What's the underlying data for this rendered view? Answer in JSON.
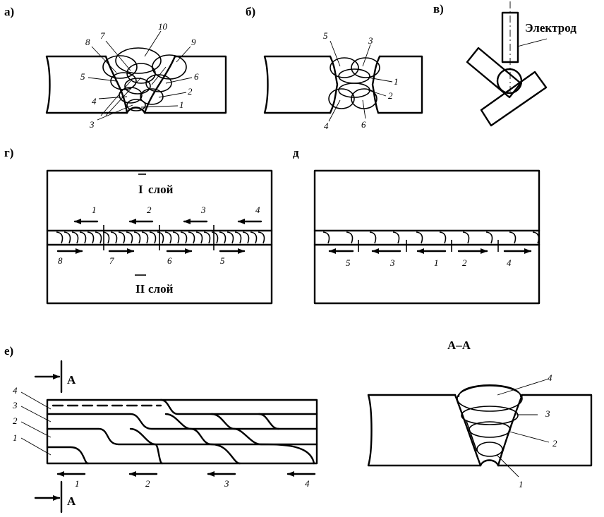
{
  "panels": {
    "a": {
      "label": "а)",
      "nums": [
        "10",
        "7",
        "8",
        "9",
        "5",
        "6",
        "2",
        "4",
        "1",
        "3"
      ]
    },
    "b": {
      "label": "б)",
      "nums": [
        "5",
        "3",
        "1",
        "2",
        "4",
        "6"
      ]
    },
    "v": {
      "label": "в)",
      "electrode_label": "Электрод"
    },
    "g": {
      "label": "г)",
      "layer1_label": "слой",
      "layer1_numeral": "I",
      "layer2_label": "слой",
      "layer2_numeral": "II",
      "top_arrow_nums": [
        "1",
        "2",
        "3",
        "4"
      ],
      "bottom_arrow_nums": [
        "8",
        "7",
        "6",
        "5"
      ]
    },
    "d": {
      "label": "д",
      "arrow_nums": [
        "5",
        "3",
        "1",
        "2",
        "4"
      ]
    },
    "e": {
      "label": "е)",
      "section_marker": "А",
      "layer_nums": [
        "4",
        "3",
        "2",
        "1"
      ],
      "arrow_nums": [
        "1",
        "2",
        "3",
        "4"
      ]
    },
    "aa": {
      "label": "А–А",
      "nums": [
        "4",
        "3",
        "2",
        "1"
      ]
    }
  }
}
